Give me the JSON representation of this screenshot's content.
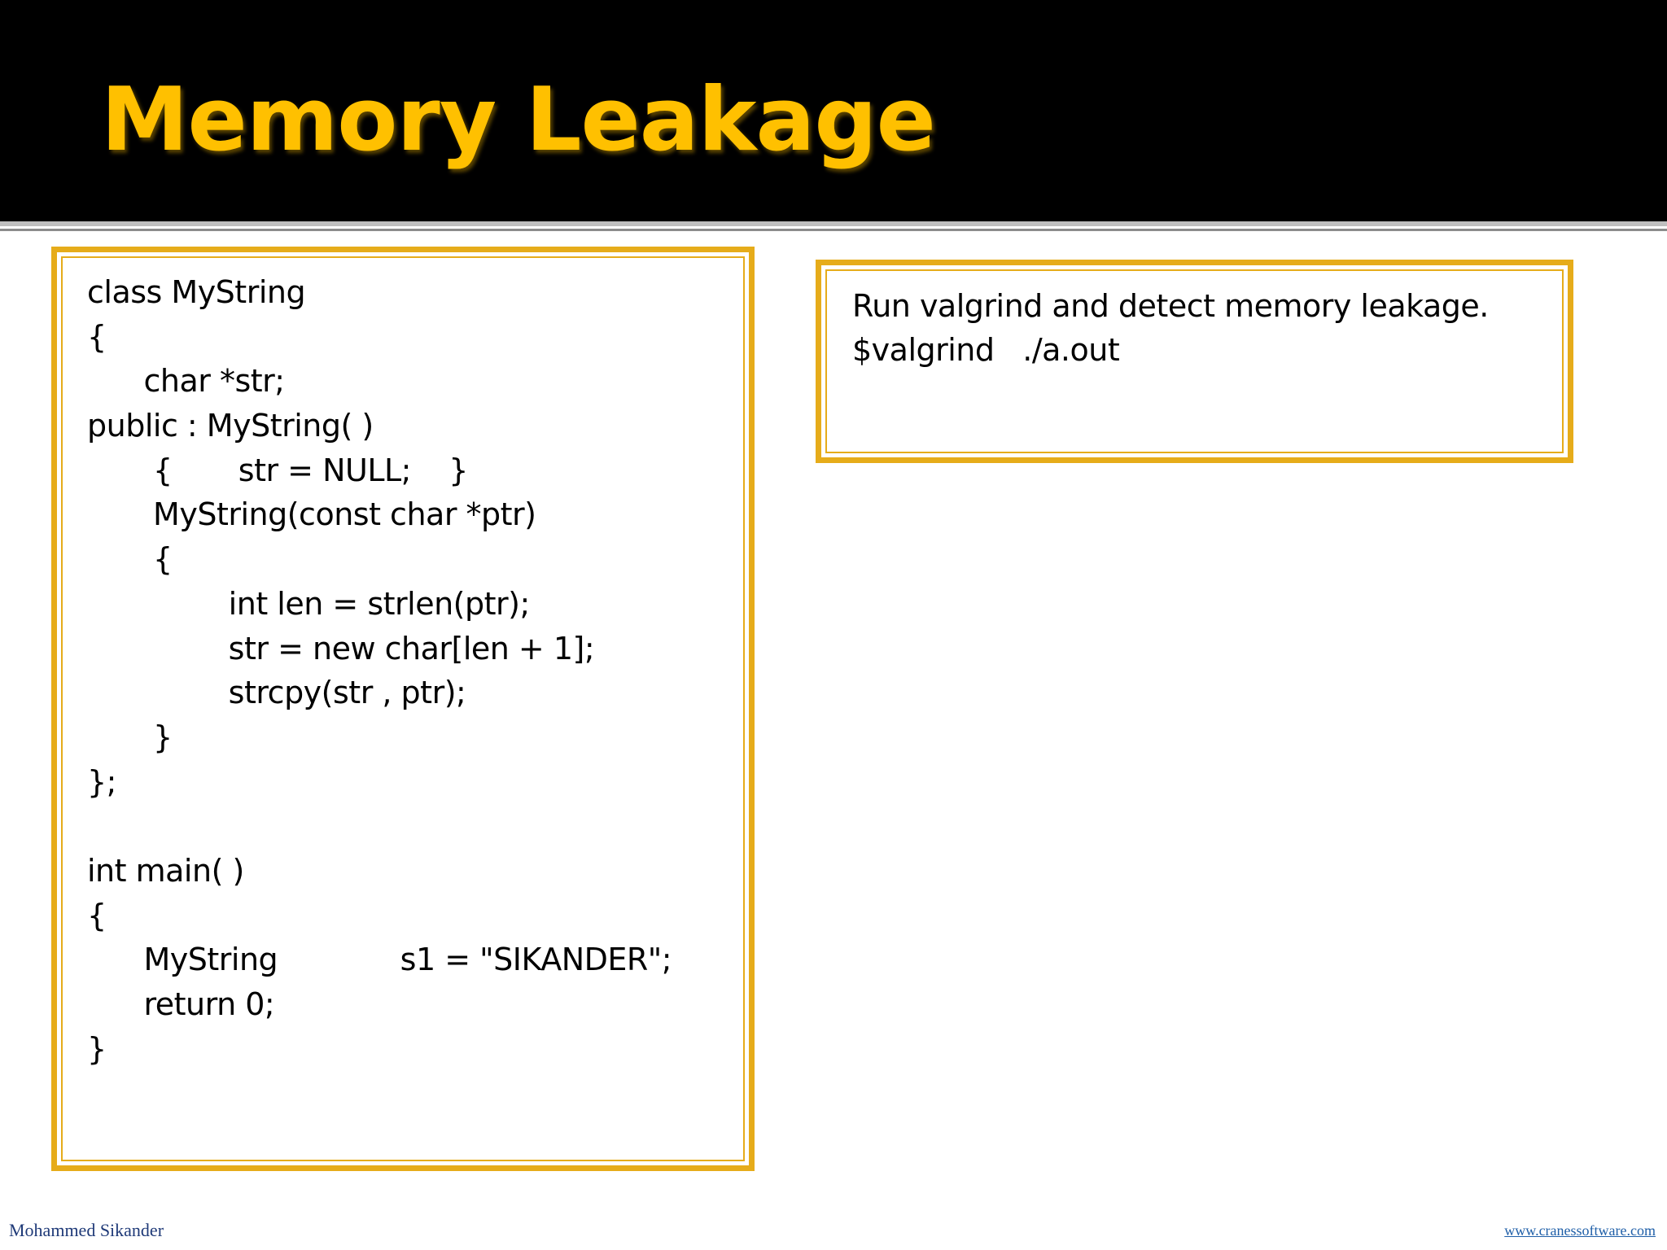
{
  "slide": {
    "title": "Memory Leakage",
    "accent_color": "#ffc000",
    "border_color": "#e6ac1a"
  },
  "code_box": {
    "lines": [
      "class MyString",
      "{",
      "      char *str;",
      "public : MyString( )",
      "       {       str = NULL;    }",
      "       MyString(const char *ptr)",
      "       {",
      "               int len = strlen(ptr);",
      "               str = new char[len + 1];",
      "               strcpy(str , ptr);",
      "       }",
      "};",
      "",
      "int main( )",
      "{",
      "      MyString             s1 = \"SIKANDER\";",
      "      return 0;",
      "}"
    ]
  },
  "note_box": {
    "lines": [
      "Run valgrind and detect memory leakage.",
      "$valgrind   ./a.out"
    ]
  },
  "footer": {
    "author": "Mohammed  Sikander",
    "website": "www.cranessoftware.com"
  }
}
